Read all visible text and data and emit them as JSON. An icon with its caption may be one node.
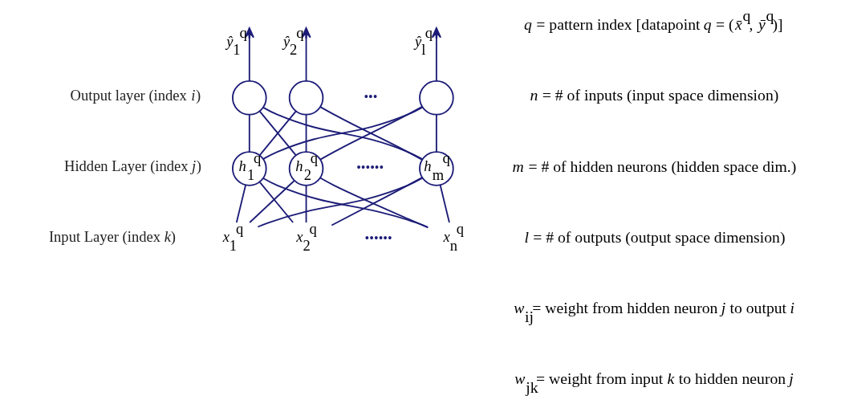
{
  "diagram": {
    "nodes": [
      {
        "text": [],
        "shape": "circle"
      },
      {
        "text": [],
        "shape": "circle"
      },
      {
        "text": [],
        "shape": "circle"
      },
      {
        "text": [
          "*h*$_{1}$$^{q}$"
        ]
      },
      {
        "text": [
          "*h*$_{2}$$^{q}$"
        ]
      },
      {
        "text": [
          "*h*$_{m}$$^{q}$"
        ]
      },
      {
        "text": [
          "*x*$_{1}$$^{q}$"
        ]
      },
      {
        "text": [
          "*x*$_{2}$$^{q}$"
        ]
      },
      {
        "text": [
          "*x*$_{n}$$^{q}$"
        ]
      }
    ],
    "edges": [
      {
        "from": 0,
        "to": null,
        "arrow": "to",
        "label": "*ŷ*$_{1}$$^{q}$"
      },
      {
        "from": 1,
        "to": null,
        "arrow": "to",
        "label": "*ŷ*$_{2}$$^{q}$"
      },
      {
        "from": 2,
        "to": null,
        "arrow": "to",
        "label": "*ŷ*$_{l}$$^{q}$"
      },
      {
        "from": 3,
        "to": 0,
        "arrow": "none"
      },
      {
        "from": 3,
        "to": 1,
        "arrow": "none"
      },
      {
        "from": 3,
        "to": 2,
        "arrow": "none"
      },
      {
        "from": 4,
        "to": 0,
        "arrow": "none"
      },
      {
        "from": 4,
        "to": 1,
        "arrow": "none"
      },
      {
        "from": 4,
        "to": 2,
        "arrow": "none"
      },
      {
        "from": 5,
        "to": 0,
        "arrow": "none"
      },
      {
        "from": 5,
        "to": 1,
        "arrow": "none"
      },
      {
        "from": 5,
        "to": 2,
        "arrow": "none"
      },
      {
        "from": 6,
        "to": 3,
        "arrow": "none"
      },
      {
        "from": 6,
        "to": 4,
        "arrow": "none"
      },
      {
        "from": 6,
        "to": 5,
        "arrow": "none"
      },
      {
        "from": 7,
        "to": 3,
        "arrow": "none"
      },
      {
        "from": 7,
        "to": 4,
        "arrow": "none"
      },
      {
        "from": 7,
        "to": 5,
        "arrow": "none"
      },
      {
        "from": 8,
        "to": 3,
        "arrow": "none"
      },
      {
        "from": 8,
        "to": 4,
        "arrow": "none"
      },
      {
        "from": 8,
        "to": 5,
        "arrow": "none"
      }
    ],
    "labels": [
      "Output layer (index *i*)",
      "•••",
      "*q* = pattern index [datapoint *q* = (*x̄*$^{q}$, *ȳ*$^{q}$)]",
      "*n* = # of inputs (input space dimension)",
      "*m* = # of hidden neurons (hidden space dim.)",
      "Hidden Layer (index *j*)",
      "••••••",
      "*l* = # of outputs (output space dimension)",
      "*w*$_{ij}$= weight from hidden neuron *j* to output *i*",
      "Input Layer (index *k*)",
      "••••••",
      "*w*$_{jk}$= weight from input *k* to hidden neuron *j*"
    ]
  }
}
